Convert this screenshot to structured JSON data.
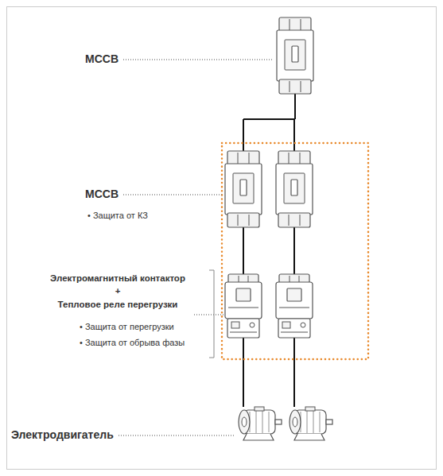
{
  "diagram": {
    "labels": [
      "MCCB",
      "MCCB",
      "• Защита от КЗ",
      "Электромагнитный контактор",
      "+",
      "Тепловое реле перегрузки",
      "• Защита от перегрузки",
      "• Защита от обрыва фазы",
      "Электродвигатель"
    ]
  }
}
